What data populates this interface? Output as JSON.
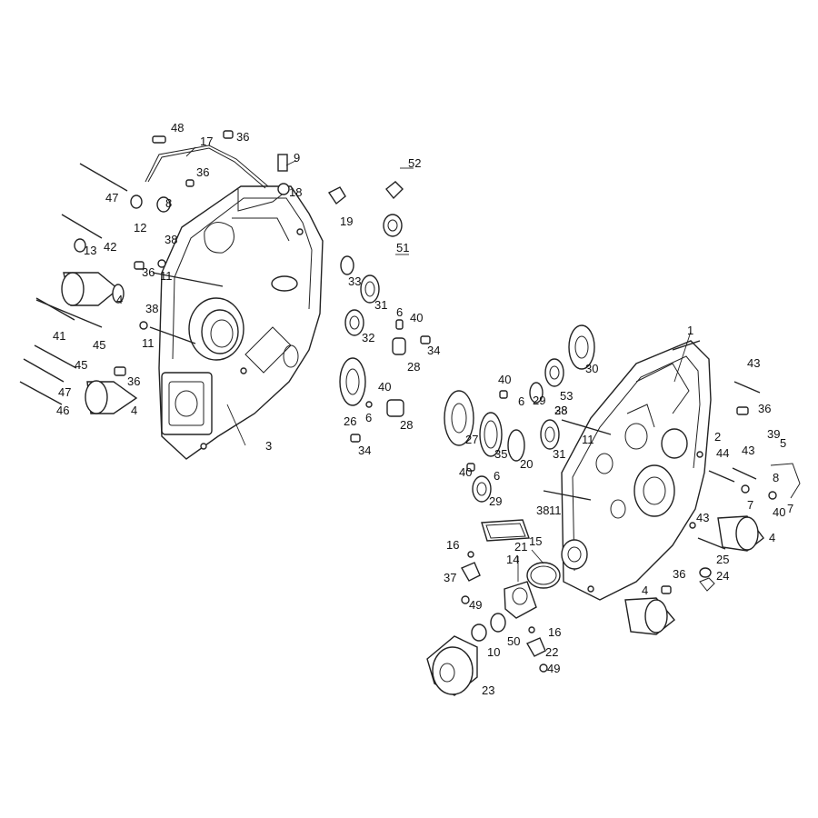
{
  "callouts": [
    "1",
    "2",
    "3",
    "4",
    "5",
    "6",
    "7",
    "8",
    "9",
    "10",
    "11",
    "12",
    "13",
    "14",
    "15",
    "16",
    "17",
    "18",
    "19",
    "20",
    "21",
    "22",
    "23",
    "24",
    "25",
    "26",
    "27",
    "28",
    "29",
    "30",
    "31",
    "32",
    "33",
    "34",
    "35",
    "36",
    "37",
    "38",
    "39",
    "40",
    "41",
    "42",
    "43",
    "44",
    "45",
    "46",
    "47",
    "48",
    "49",
    "50",
    "51",
    "52",
    "53"
  ]
}
